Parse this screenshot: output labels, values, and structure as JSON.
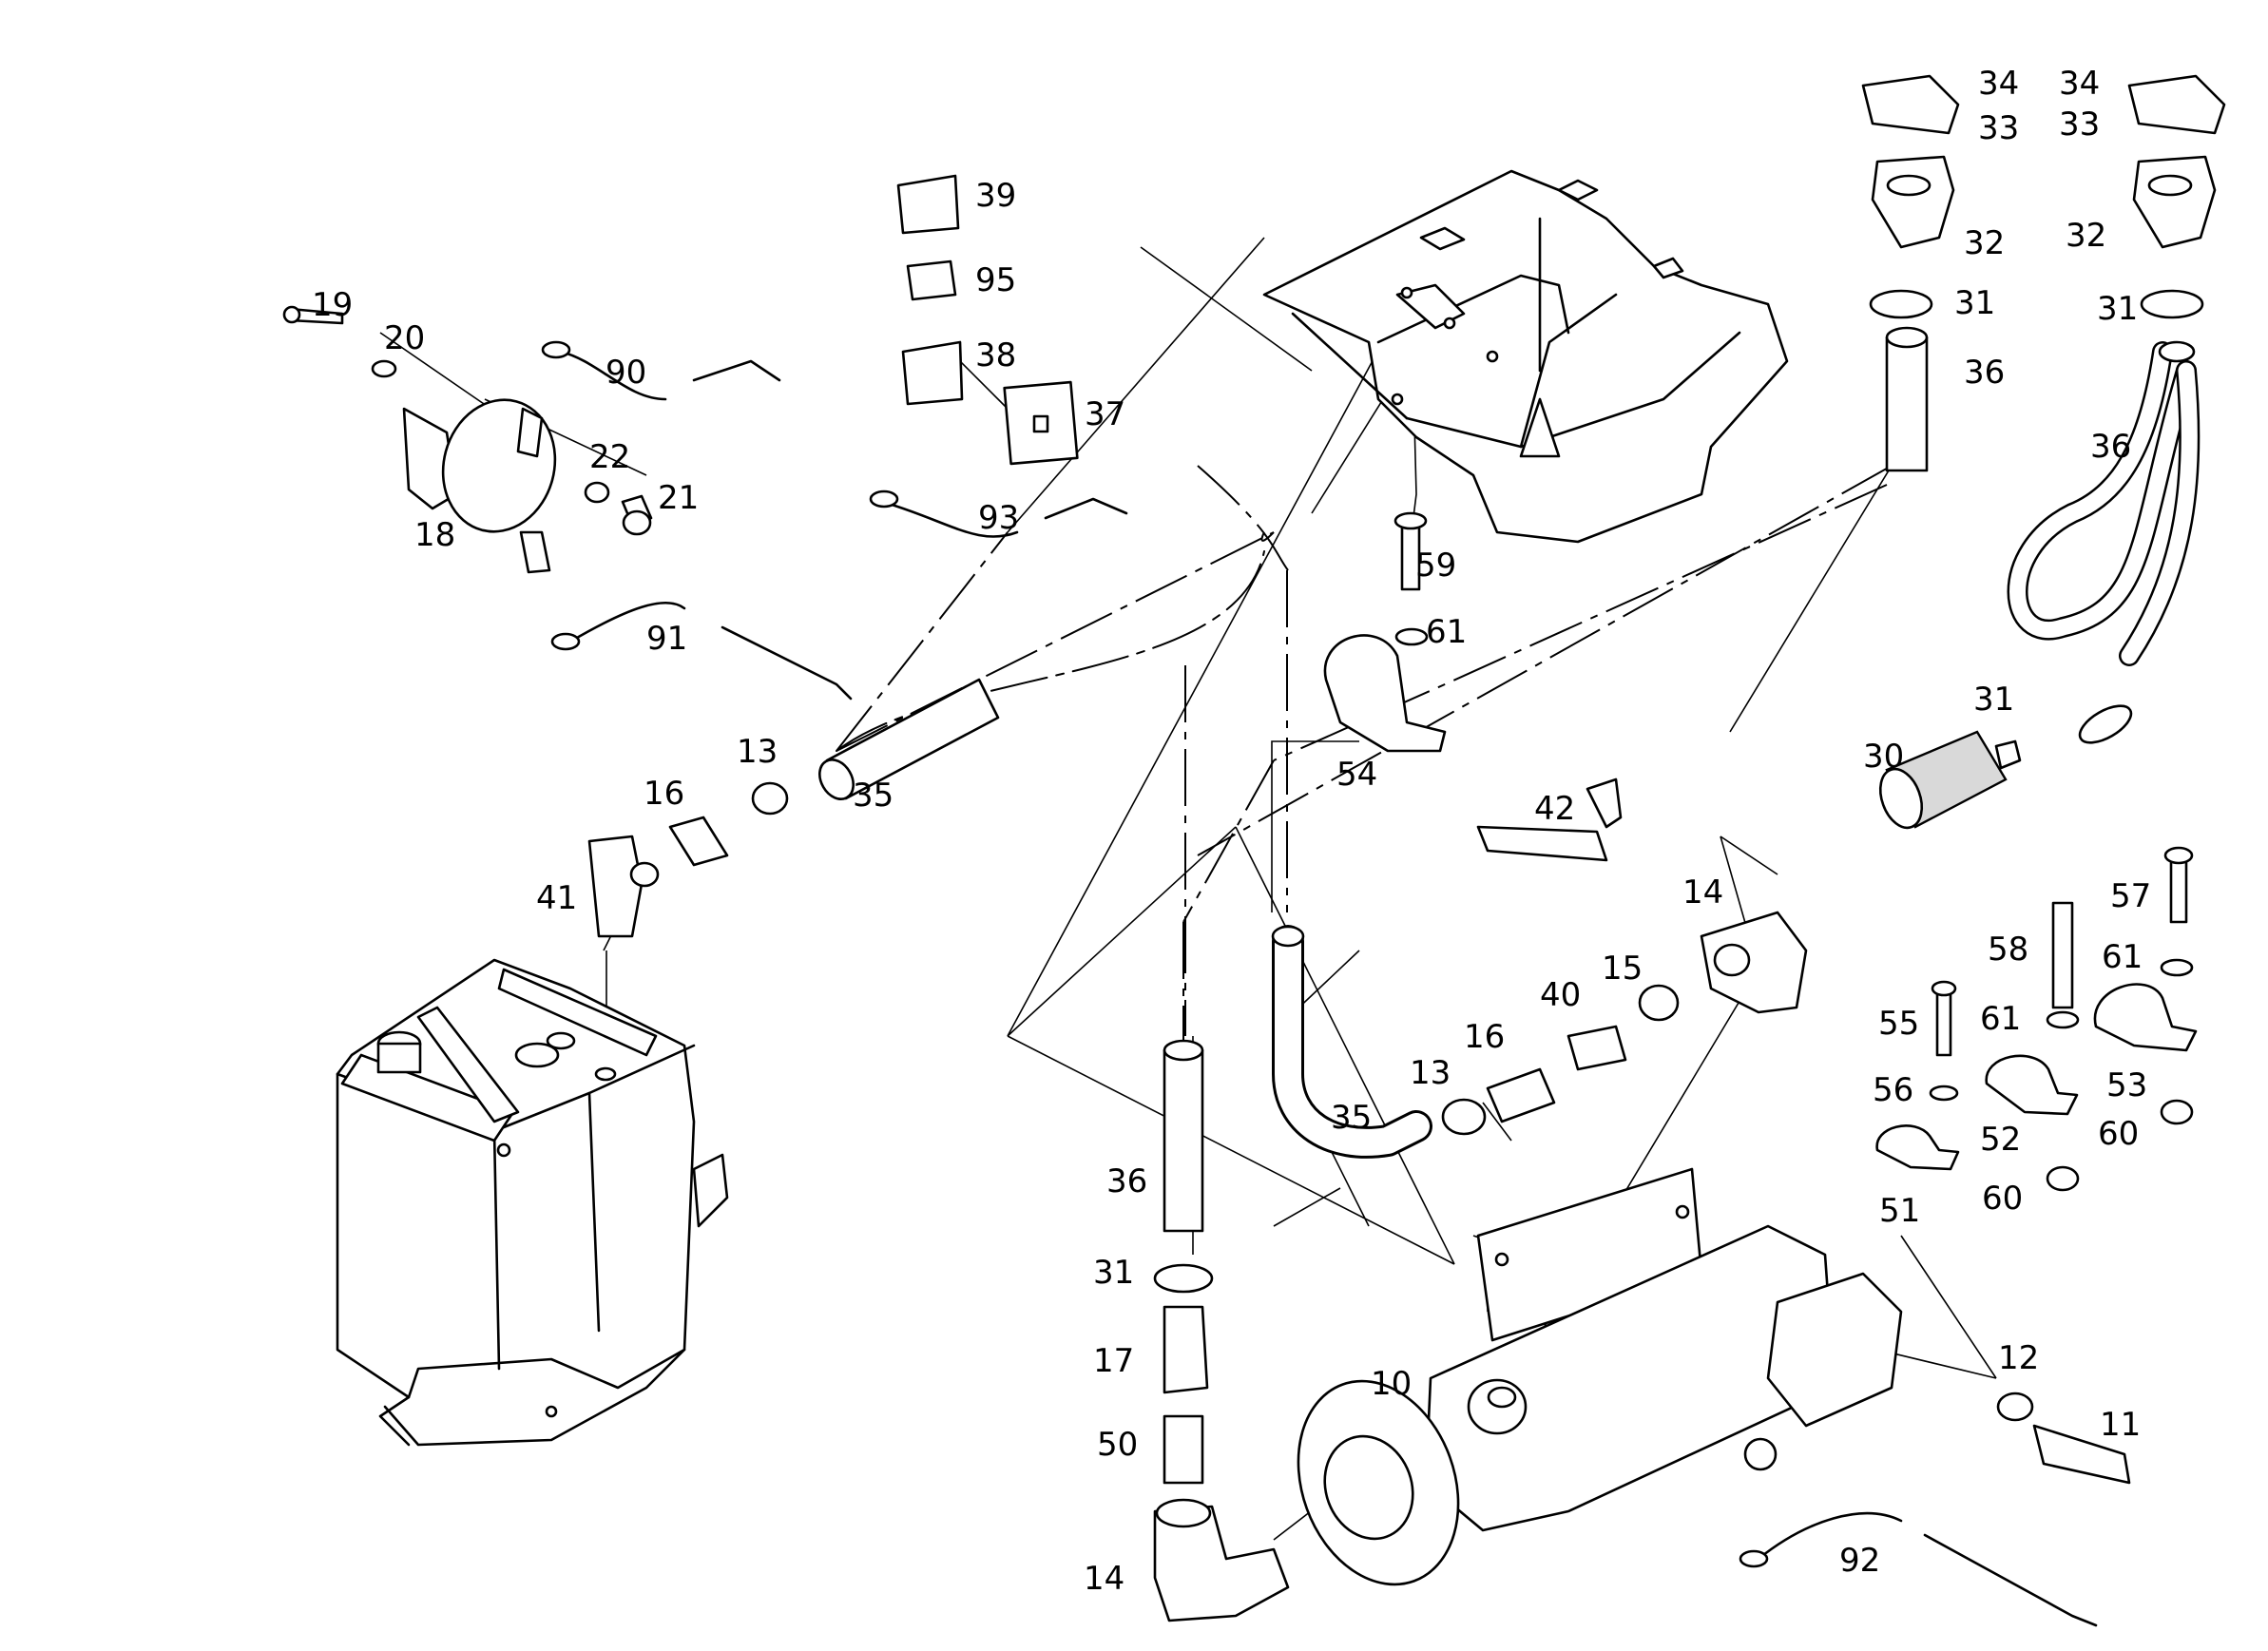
{
  "colors": {
    "line": "#000000",
    "background": "#ffffff",
    "shade": "#d9d9d9"
  },
  "callouts": [
    {
      "id": "c19a",
      "label": "19"
    },
    {
      "id": "c20a",
      "label": "20"
    },
    {
      "id": "c90",
      "label": "90"
    },
    {
      "id": "c22",
      "label": "22"
    },
    {
      "id": "c21",
      "label": "21"
    },
    {
      "id": "c18",
      "label": "18"
    },
    {
      "id": "c91",
      "label": "91"
    },
    {
      "id": "c39",
      "label": "39"
    },
    {
      "id": "c95",
      "label": "95"
    },
    {
      "id": "c38",
      "label": "38"
    },
    {
      "id": "c37",
      "label": "37"
    },
    {
      "id": "c93",
      "label": "93"
    },
    {
      "id": "c34a",
      "label": "34"
    },
    {
      "id": "c33a",
      "label": "33"
    },
    {
      "id": "c32a",
      "label": "32"
    },
    {
      "id": "c31a",
      "label": "31"
    },
    {
      "id": "c36a",
      "label": "36"
    },
    {
      "id": "c34b",
      "label": "34"
    },
    {
      "id": "c33b",
      "label": "33"
    },
    {
      "id": "c32b",
      "label": "32"
    },
    {
      "id": "c31b",
      "label": "31"
    },
    {
      "id": "c36b",
      "label": "36"
    },
    {
      "id": "c31c",
      "label": "31"
    },
    {
      "id": "c30",
      "label": "30"
    },
    {
      "id": "c59",
      "label": "59"
    },
    {
      "id": "c61a",
      "label": "61"
    },
    {
      "id": "c54",
      "label": "54"
    },
    {
      "id": "c42",
      "label": "42"
    },
    {
      "id": "c13a",
      "label": "13"
    },
    {
      "id": "c16a",
      "label": "16"
    },
    {
      "id": "c35a",
      "label": "35"
    },
    {
      "id": "c41",
      "label": "41"
    },
    {
      "id": "c14a",
      "label": "14"
    },
    {
      "id": "c15",
      "label": "15"
    },
    {
      "id": "c40",
      "label": "40"
    },
    {
      "id": "c16b",
      "label": "16"
    },
    {
      "id": "c13b",
      "label": "13"
    },
    {
      "id": "c35b",
      "label": "35"
    },
    {
      "id": "c36c",
      "label": "36"
    },
    {
      "id": "c31d",
      "label": "31"
    },
    {
      "id": "c17",
      "label": "17"
    },
    {
      "id": "c50",
      "label": "50"
    },
    {
      "id": "c14b",
      "label": "14"
    },
    {
      "id": "c10",
      "label": "10"
    },
    {
      "id": "c57",
      "label": "57"
    },
    {
      "id": "c58",
      "label": "58"
    },
    {
      "id": "c61b",
      "label": "61"
    },
    {
      "id": "c61c",
      "label": "61"
    },
    {
      "id": "c55",
      "label": "55"
    },
    {
      "id": "c56",
      "label": "56"
    },
    {
      "id": "c53",
      "label": "53"
    },
    {
      "id": "c52",
      "label": "52"
    },
    {
      "id": "c60a",
      "label": "60"
    },
    {
      "id": "c51",
      "label": "51"
    },
    {
      "id": "c60b",
      "label": "60"
    },
    {
      "id": "c12",
      "label": "12"
    },
    {
      "id": "c11",
      "label": "11"
    },
    {
      "id": "c92",
      "label": "92"
    }
  ]
}
